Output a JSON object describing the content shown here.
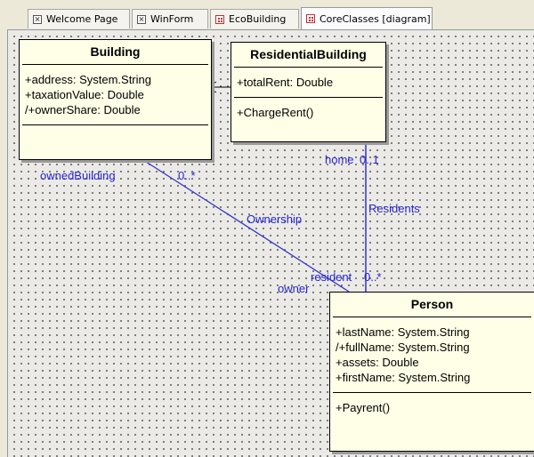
{
  "tabs": [
    {
      "label": "Welcome Page",
      "icon": "form-icon",
      "active": false
    },
    {
      "label": "WinForm",
      "icon": "form-icon",
      "active": false
    },
    {
      "label": "EcoBuilding",
      "icon": "diagram-icon",
      "active": false
    },
    {
      "label": "CoreClasses [diagram]",
      "icon": "diagram-icon",
      "active": true
    }
  ],
  "classes": {
    "building": {
      "name": "Building",
      "attributes": [
        "+address: System.String",
        "+taxationValue: Double",
        "/+ownerShare: Double"
      ],
      "operations": []
    },
    "residential": {
      "name": "ResidentialBuilding",
      "attributes": [
        "+totalRent: Double"
      ],
      "operations": [
        "+ChargeRent()"
      ]
    },
    "person": {
      "name": "Person",
      "attributes": [
        "+lastName: System.String",
        "/+fullName: System.String",
        "+assets: Double",
        "+firstName: System.String"
      ],
      "operations": [
        "+Payrent()"
      ]
    }
  },
  "associations": {
    "ownership": {
      "name": "Ownership",
      "end_building_role": "ownedBuilding",
      "end_building_multiplicity": "0..*",
      "end_person_role": "owner"
    },
    "residents": {
      "name": "Residents",
      "end_building_role": "home",
      "end_building_multiplicity": "0..1",
      "end_person_role": "resident",
      "end_person_multiplicity": "0..*"
    }
  },
  "colors": {
    "class_fill": "#ffffe7",
    "link": "#3333cc",
    "label": "#2323d8",
    "grid_dot": "#5e5e5e"
  }
}
